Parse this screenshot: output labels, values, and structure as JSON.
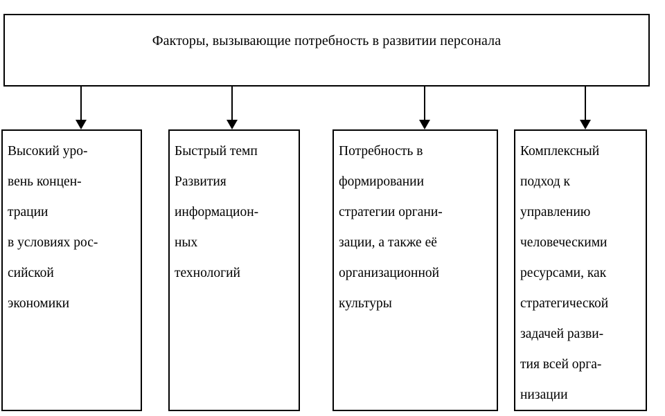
{
  "diagram": {
    "type": "hierarchy-tree",
    "orientation": "top-down",
    "colors": {
      "background": "#ffffff",
      "border": "#000000",
      "text": "#000000",
      "arrow": "#000000"
    },
    "root": {
      "title": "Факторы, вызывающие потребность в развитии персонала"
    },
    "connectors": [
      {
        "name": "arrow-to-factor-1"
      },
      {
        "name": "arrow-to-factor-2"
      },
      {
        "name": "arrow-to-factor-3"
      },
      {
        "name": "arrow-to-factor-4"
      }
    ],
    "factors": [
      {
        "id": 1,
        "text": "Высокий уровень концентрации в условиях российской экономики",
        "lines": [
          "Высокий уро-",
          "вень концен-",
          "трации",
          "в условиях рос-",
          "сийской",
          "экономики"
        ],
        "alignment": "justify"
      },
      {
        "id": 2,
        "text": "Быстрый темп Развития информационных технологий",
        "lines": [
          "Быстрый темп",
          "Развития",
          "информацион-",
          "ных",
          "технологий"
        ],
        "alignment": "left"
      },
      {
        "id": 3,
        "text": "Потребность в формировании стратегии организации, а также её организационной культуры",
        "lines": [
          "Потребность в",
          "формировании",
          "стратегии органи-",
          "зации, а также её",
          "организационной",
          "культуры"
        ],
        "alignment": "left"
      },
      {
        "id": 4,
        "text": "Комплексный подход к управлению человеческими ресурсами, как стратегической задачей развития всей организации",
        "lines": [
          "Комплексный",
          "подход к",
          "управлению",
          "человеческими",
          "ресурсами, как",
          "стратегической",
          "задачей разви-",
          "тия всей орга-",
          "низации"
        ],
        "alignment": "left"
      }
    ]
  }
}
